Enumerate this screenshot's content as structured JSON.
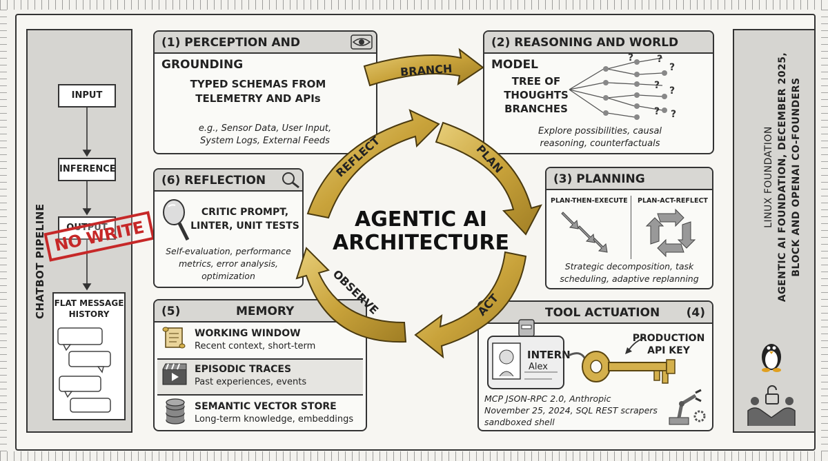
{
  "center_title": [
    "AGENTIC AI",
    "ARCHITECTURE"
  ],
  "cycle": {
    "branch": "BRANCH",
    "plan": "PLAN",
    "act": "ACT",
    "observe": "OBSERVE",
    "reflect": "REFLECT"
  },
  "chatbot": {
    "title": "CHATBOT PIPELINE",
    "input": "INPUT",
    "inference": "INFERENCE",
    "output": "OUTPUT",
    "stamp": "NO WRITE",
    "history": [
      "FLAT MESSAGE",
      "HISTORY"
    ]
  },
  "right_sidebar": {
    "line1": "LINUX FOUNDATION",
    "line2": "AGENTIC AI FOUNDATION, DECEMBER 2025,",
    "line3": "BLOCK AND OPENAI CO-FOUNDERS"
  },
  "perception": {
    "title": "(1) PERCEPTION AND GROUNDING",
    "main": [
      "TYPED SCHEMAS FROM",
      "TELEMETRY AND APIs"
    ],
    "sub": [
      "e.g., Sensor Data, User Input,",
      "System Logs, External Feeds"
    ]
  },
  "reasoning": {
    "title": "(2) REASONING AND WORLD MODEL",
    "main": [
      "TREE OF",
      "THOUGHTS",
      "BRANCHES"
    ],
    "sub": [
      "Explore possibilities, causal",
      "reasoning, counterfactuals"
    ]
  },
  "planning": {
    "title": "(3) PLANNING",
    "col1": "PLAN-THEN-EXECUTE",
    "col2": "PLAN-ACT-REFLECT",
    "sub": [
      "Strategic decomposition, task",
      "scheduling, adaptive replanning"
    ]
  },
  "tool": {
    "title": "TOOL ACTUATION",
    "num": "(4)",
    "badge_role": "INTERN",
    "badge_name": "Alex",
    "key_label": [
      "PRODUCTION",
      "API KEY"
    ],
    "sub": [
      "MCP JSON-RPC 2.0, Anthropic",
      "November 25, 2024, SQL REST scrapers",
      "sandboxed shell"
    ]
  },
  "memory": {
    "num": "(5)",
    "title": "MEMORY",
    "rows": [
      {
        "name": "WORKING WINDOW",
        "desc": "Recent context, short-term",
        "icon": "scroll-icon"
      },
      {
        "name": "EPISODIC TRACES",
        "desc": "Past experiences, events",
        "icon": "film-icon"
      },
      {
        "name": "SEMANTIC VECTOR STORE",
        "desc": "Long-term knowledge, embeddings",
        "icon": "database-icon"
      }
    ]
  },
  "reflection": {
    "title": "(6)  REFLECTION",
    "main": [
      "CRITIC PROMPT,",
      "LINTER, UNIT TESTS"
    ],
    "sub": [
      "Self-evaluation, performance",
      "metrics, error analysis,",
      "optimization"
    ]
  },
  "colors": {
    "gold": "#c9a33b",
    "stamp_red": "#c62828",
    "header_gray": "#d8d7d3"
  }
}
